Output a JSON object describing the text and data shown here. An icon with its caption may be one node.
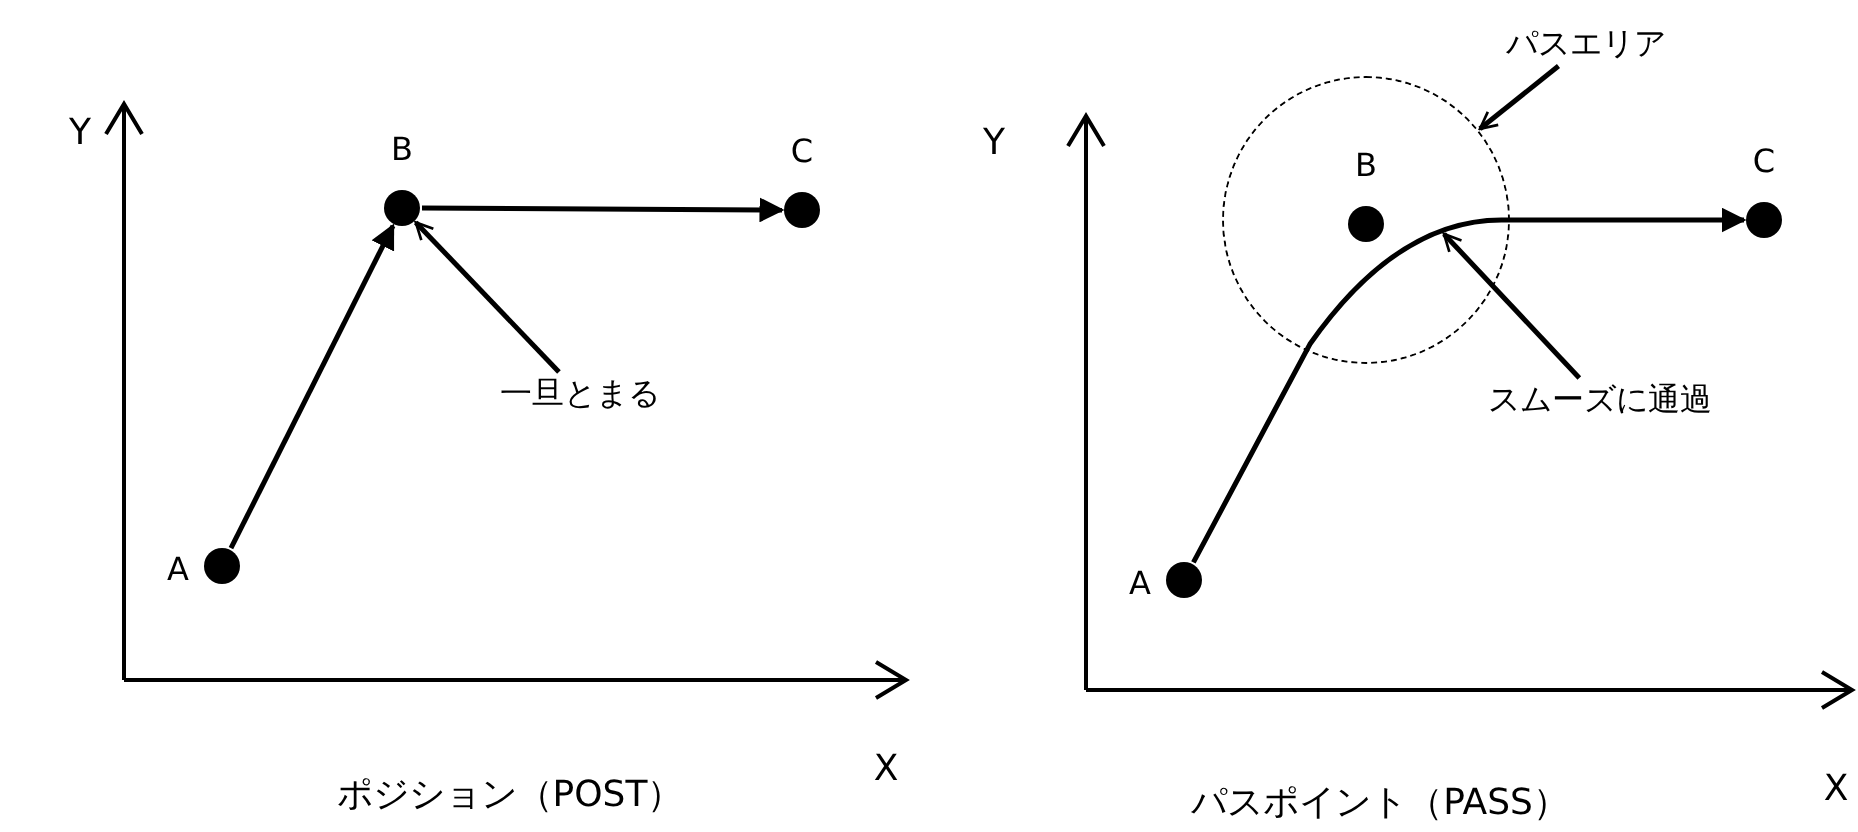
{
  "diagram": {
    "nodes": [
      {
        "text": [],
        "shape": "circle",
        "beside": [
          "A"
        ]
      },
      {
        "text": [],
        "shape": "circle",
        "beside": [
          "B"
        ]
      },
      {
        "text": [],
        "shape": "circle",
        "beside": [
          "C"
        ]
      },
      {
        "text": [
          "一旦とまる"
        ]
      },
      {
        "text": [],
        "shape": "circle",
        "beside": [
          "A"
        ]
      },
      {
        "text": [],
        "shape": "circle"
      },
      {
        "text": [],
        "shape": "circle",
        "beside": [
          "B"
        ],
        "in": 5
      },
      {
        "text": [],
        "shape": "circle",
        "beside": [
          "C"
        ]
      },
      {
        "text": [
          "パスエリア"
        ]
      },
      {
        "text": [
          "スムーズに通過"
        ]
      }
    ],
    "edges": [
      {
        "from": 0,
        "to": 1,
        "arrow": "to"
      },
      {
        "from": 1,
        "to": 2,
        "arrow": "to"
      },
      {
        "from": 3,
        "to": 1,
        "arrow": "to"
      },
      {
        "from": 4,
        "to": 7,
        "arrow": "to"
      },
      {
        "from": 8,
        "to": 5,
        "arrow": "to"
      },
      {
        "from": 9,
        "to": null,
        "arrow": "to"
      }
    ],
    "labels": [
      "Y",
      "X",
      "ポジション（POST）",
      "Y",
      "X",
      "パスポイント（PASS）"
    ]
  }
}
